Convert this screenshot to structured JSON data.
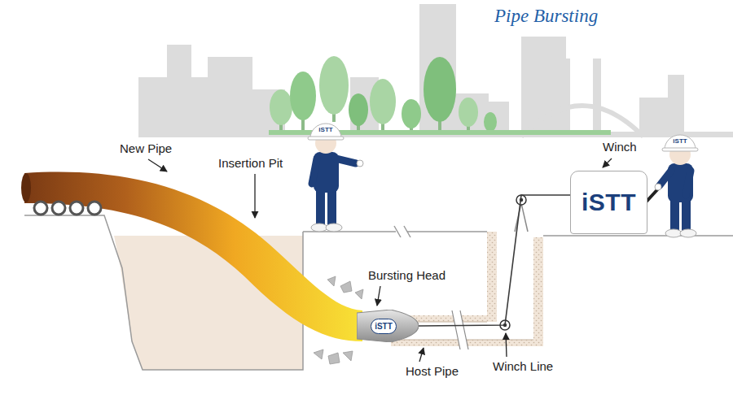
{
  "diagram": {
    "title": "Pipe Bursting",
    "nodes": [
      {
        "text": [
          "iSTT"
        ]
      },
      {
        "text": [
          "iSTT"
        ]
      }
    ],
    "edges": [
      {
        "from": 0,
        "to": 1,
        "arrow": "none"
      }
    ],
    "labels": [
      "iSTT",
      "iSTT",
      "New Pipe",
      "Insertion Pit",
      "Winch",
      "Bursting Head",
      "Host Pipe",
      "Winch Line"
    ]
  }
}
